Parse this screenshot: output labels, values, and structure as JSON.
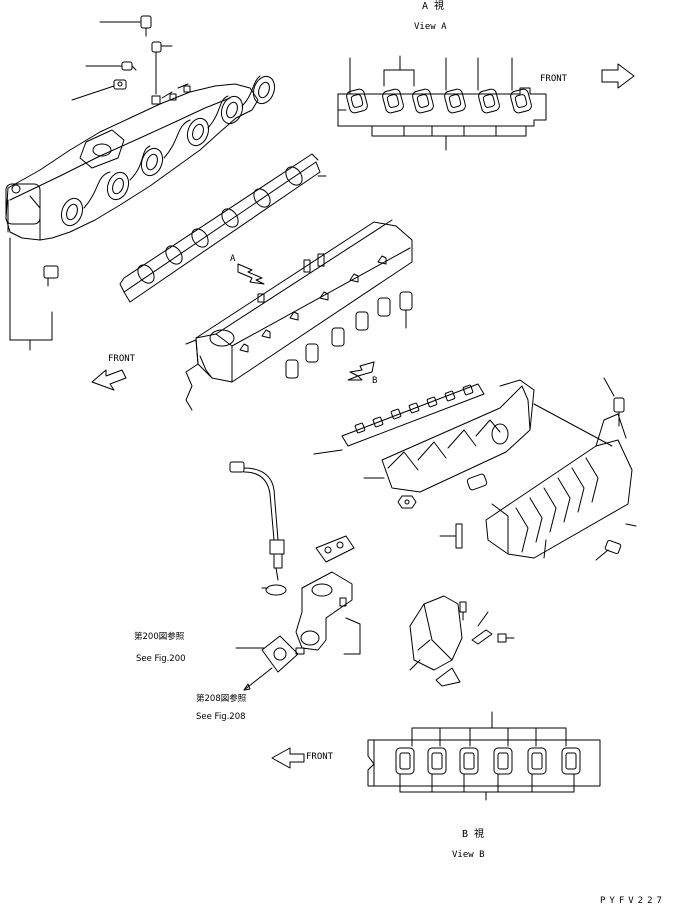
{
  "view_a": {
    "kanji": "A 視",
    "label": "View A",
    "front": "FRONT"
  },
  "view_b": {
    "kanji": "B 視",
    "label": "View B",
    "front": "FRONT"
  },
  "front_main": "FRONT",
  "arrow_a": "A",
  "arrow_b": "B",
  "ref1": {
    "jp": "第200図参照",
    "en": "See Fig.200"
  },
  "ref2": {
    "jp": "第208図参照",
    "en": "See Fig.208"
  },
  "drawing_code": "PYFV227"
}
